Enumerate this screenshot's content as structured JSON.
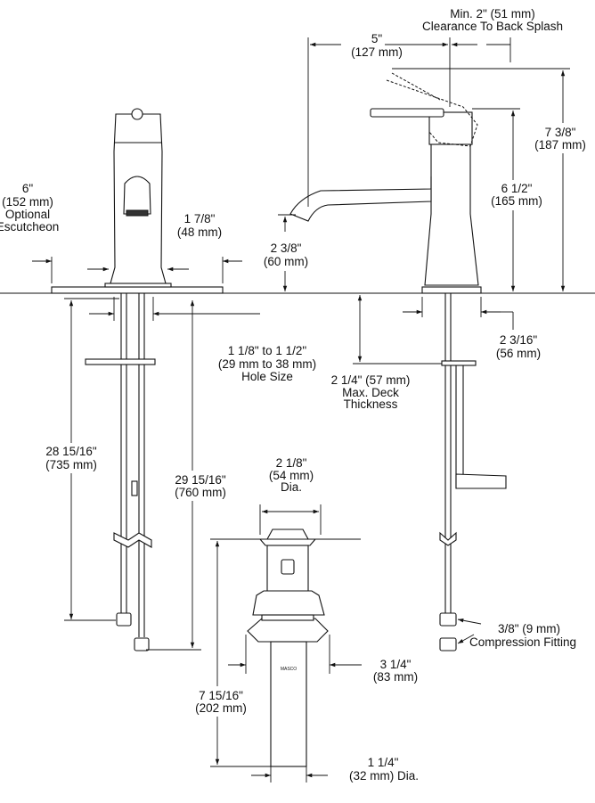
{
  "labels": {
    "escutcheon": [
      "6\"",
      "(152 mm)",
      "Optional",
      "Escutcheon"
    ],
    "spout_width": [
      "1 7/8\"",
      "(48 mm)"
    ],
    "hole_size": [
      "1 1/8\" to 1 1/2\"",
      "(29 mm to 38 mm)",
      "Hole Size"
    ],
    "supply_length_1": [
      "28 15/16\"",
      "(735 mm)"
    ],
    "supply_length_2": [
      "29 15/16\"",
      "(760 mm)"
    ],
    "spout_reach": [
      "5\"",
      "(127 mm)"
    ],
    "back_splash": [
      "Min. 2\" (51 mm)",
      "Clearance To Back Splash"
    ],
    "overall_height": [
      "7 3/8\"",
      "(187 mm)"
    ],
    "handle_height": [
      "6 1/2\"",
      "(165 mm)"
    ],
    "spout_height": [
      "2 3/8\"",
      "(60 mm)"
    ],
    "base_width": [
      "2 3/16\"",
      "(56 mm)"
    ],
    "deck_thickness": [
      "2 1/4\" (57 mm)",
      "Max. Deck",
      "Thickness"
    ],
    "compression": [
      "3/8\" (9 mm)",
      "Compression Fitting"
    ],
    "drain_dia": [
      "2 1/8\"",
      "(54 mm)",
      "Dia."
    ],
    "drain_width": [
      "3 1/4\"",
      "(83 mm)"
    ],
    "drain_height": [
      "7 15/16\"",
      "(202 mm)"
    ],
    "tailpiece_dia": [
      "1 1/4\"",
      "(32 mm) Dia."
    ],
    "tailpiece_mark": [
      "MASCO"
    ]
  }
}
